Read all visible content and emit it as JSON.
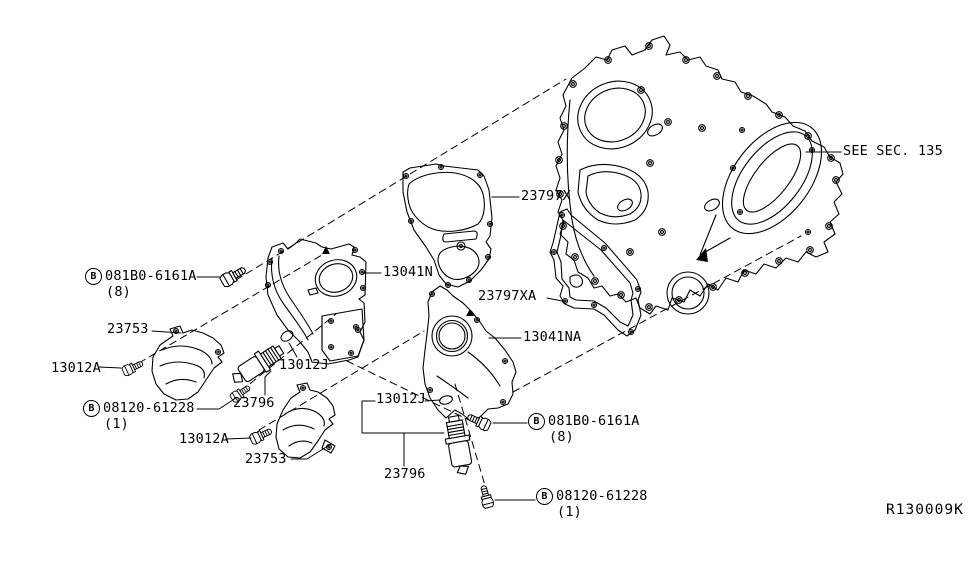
{
  "diagram": {
    "ref_code": "R130009K",
    "see_section": "SEE SEC. 135"
  },
  "callouts": {
    "cover_13041n": "13041N",
    "cover_13041na": "13041NA",
    "gasket_23797x": "23797X",
    "gasket_23797xa": "23797XA",
    "cover_23753_upper": "23753",
    "cover_23753_lower": "23753",
    "solenoid_23796_upper": "23796",
    "solenoid_23796_lower": "23796",
    "bolt_13012a_upper": "13012A",
    "bolt_13012a_lower": "13012A",
    "oring_13012j_upper": "13012J",
    "oring_13012j_lower": "13012J",
    "bolt_081b0_upper": {
      "prefix": "B",
      "number": "081B0-6161A",
      "qty": "(8)"
    },
    "bolt_081b0_lower": {
      "prefix": "B",
      "number": "081B0-6161A",
      "qty": "(8)"
    },
    "bolt_08120_upper": {
      "prefix": "B",
      "number": "08120-61228",
      "qty": "(1)"
    },
    "bolt_08120_lower": {
      "prefix": "B",
      "number": "08120-61228",
      "qty": "(1)"
    }
  }
}
